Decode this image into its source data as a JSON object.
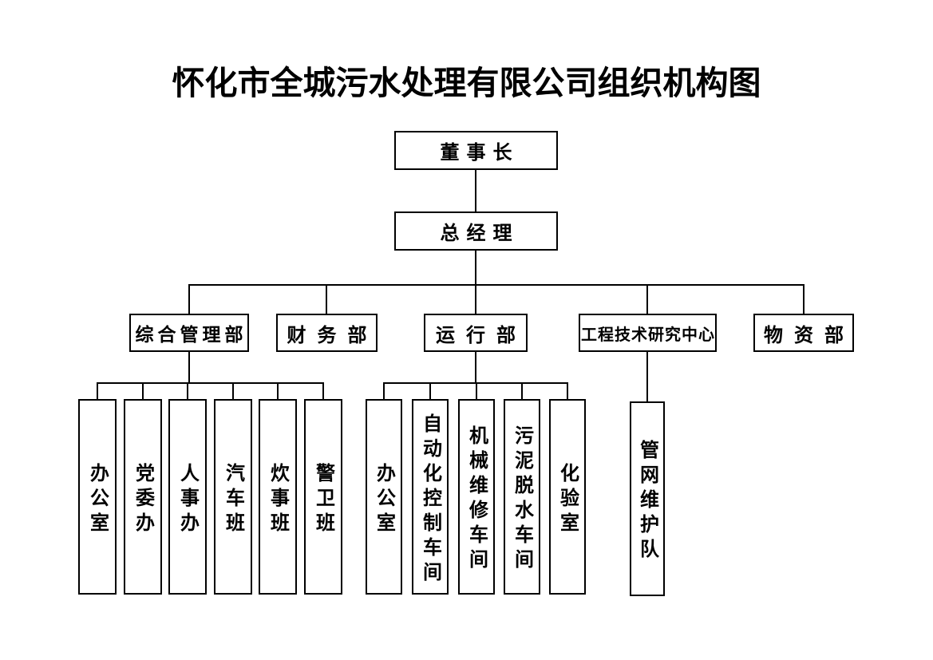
{
  "title": "怀化市全城污水处理有限公司组织机构图",
  "org": {
    "chairman": "董事长",
    "general_manager": "总经理",
    "departments": [
      {
        "label": "综合管理部",
        "children": [
          "办公室",
          "党委办",
          "人事办",
          "汽车班",
          "炊事班",
          "警卫班"
        ]
      },
      {
        "label": "财务部",
        "children": []
      },
      {
        "label": "运行部",
        "children": [
          "办公室",
          "自动化控制车间",
          "机械维修车间",
          "污泥脱水车间",
          "化验室"
        ]
      },
      {
        "label": "工程技术研究中心",
        "children": [
          "管网维护队"
        ]
      },
      {
        "label": "物资部",
        "children": []
      }
    ]
  },
  "colors": {
    "background": "#ffffff",
    "line": "#000000",
    "text": "#000000"
  }
}
